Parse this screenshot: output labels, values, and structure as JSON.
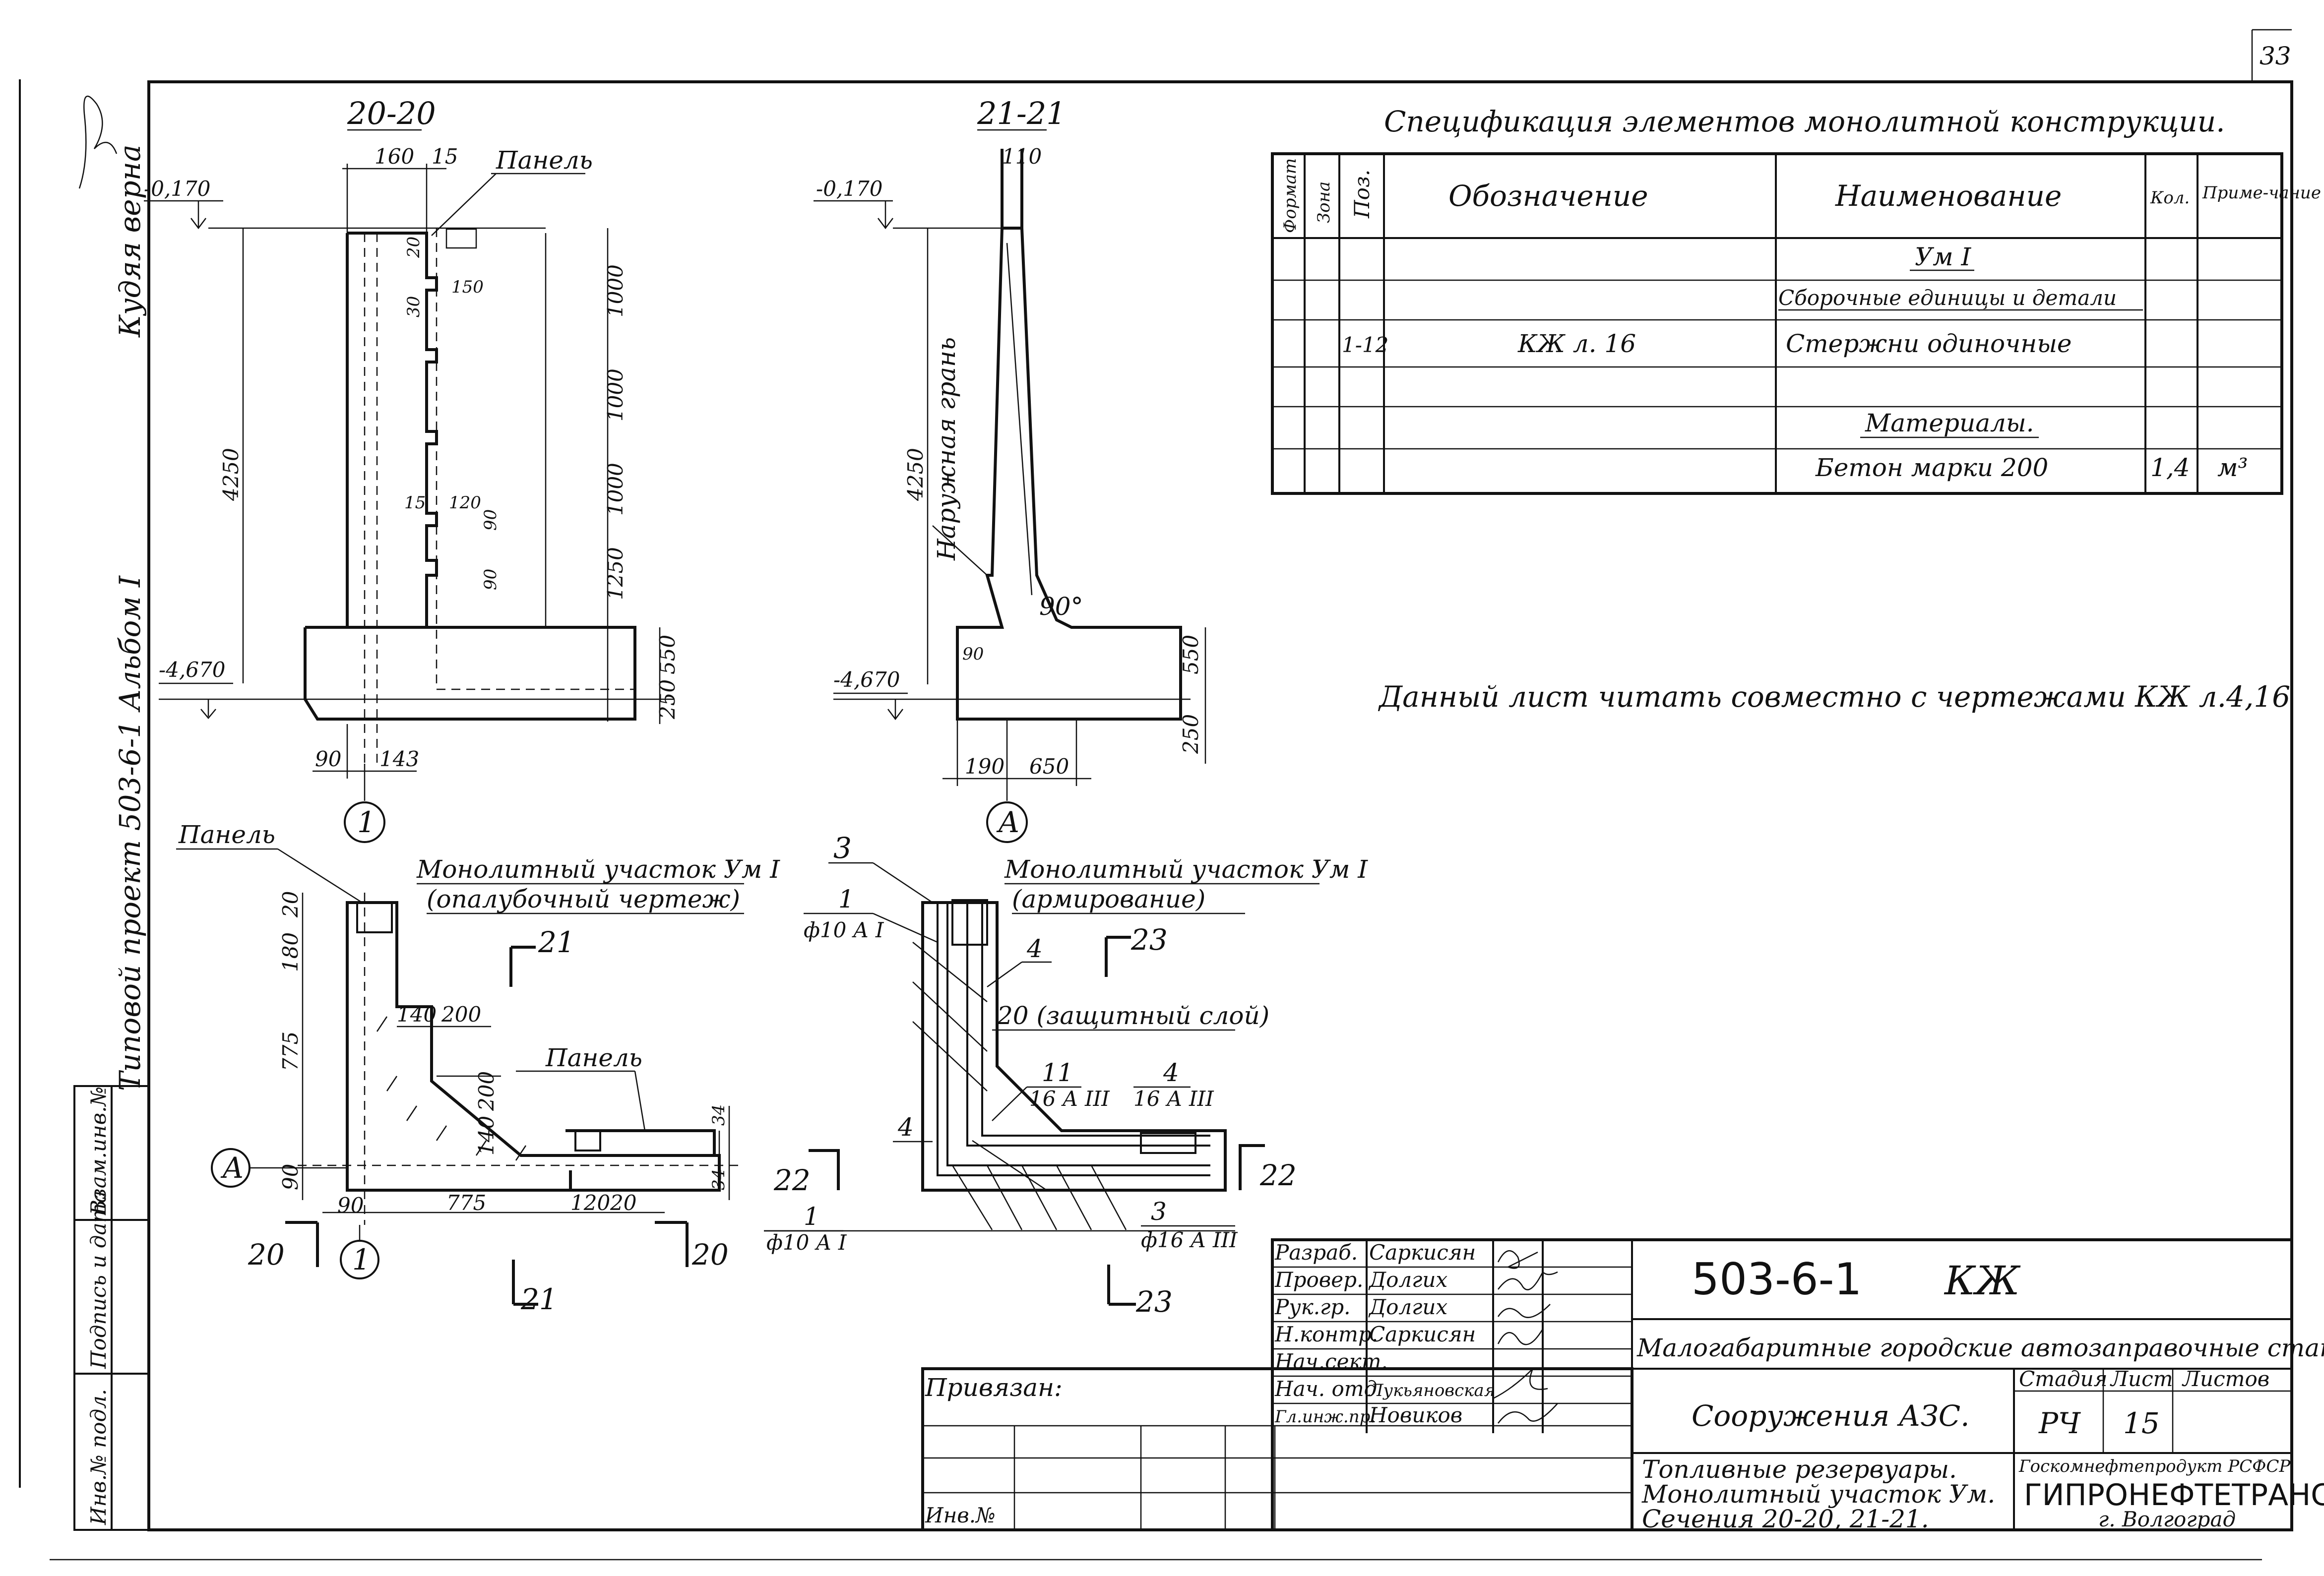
{
  "sheet_number": "33",
  "side": {
    "project": "Типовой проект 503-6-1 Альбом I",
    "copied": "Кудяя верна",
    "col_inv": "Инв.№ подл.",
    "col_sign": "Подпись и дата",
    "col_vzam": "Взам.инв.№"
  },
  "section_2020": {
    "title": "20-20",
    "panel": "Панель",
    "elev_top": "-0,170",
    "elev_bottom": "-4,670",
    "dims": {
      "d160": "160",
      "d15": "15",
      "d1000a": "1000",
      "d1000b": "1000",
      "d1000c": "1000",
      "d1250": "1250",
      "d4250": "4250",
      "d550": "550",
      "d250": "250",
      "d90": "90",
      "d143": "143",
      "d120": "120",
      "d90b": "90",
      "d90c": "90",
      "d15b": "15",
      "d150": "150",
      "d30": "30",
      "d20": "20"
    },
    "axis": "1"
  },
  "section_2121": {
    "title": "21-21",
    "elev_top": "-0,170",
    "elev_bottom": "-4,670",
    "outer_face": "Наружная грань",
    "angle": "90°",
    "dims": {
      "d110": "110",
      "d4250": "4250",
      "d550": "550",
      "d250": "250",
      "d190": "190",
      "d650": "650",
      "d90": "90"
    },
    "axis": "А"
  },
  "plan_form": {
    "title1": "Монолитный участок Ум I",
    "title2": "(опалубочный чертеж)",
    "panel1": "Панель",
    "panel2": "Панель",
    "dims": {
      "d20": "20",
      "d180": "180",
      "d775": "775",
      "d90": "90",
      "d140": "140",
      "d200": "200",
      "d200b": "200",
      "d140b": "140",
      "d34a": "34",
      "d34b": "34",
      "d90b": "90",
      "d775b": "775",
      "d120": "120",
      "d20b": "20"
    },
    "axisA": "А",
    "axis1": "1",
    "cut20l": "20",
    "cut20r": "20",
    "cut21t": "21",
    "cut21b": "21"
  },
  "plan_reinf": {
    "title1": "Монолитный участок Ум I",
    "title2": "(армирование)",
    "p3": "3",
    "p1a": "1",
    "p1a_spec": "ф10 А I",
    "p4a": "4",
    "protect": "20 (защитный слой)",
    "p11": "11",
    "p11_spec": "16 А III",
    "p4b": "4",
    "p4b_spec": "16 А III",
    "p4c": "4",
    "p1b": "1",
    "p1b_spec": "ф10 А I",
    "p3b": "3",
    "p3b_spec": "ф16 А III",
    "cut22l": "22",
    "cut22r": "22",
    "cut23t": "23",
    "cut23b": "23"
  },
  "spec": {
    "title": "Спецификация элементов монолитной конструкции.",
    "headers": [
      "Формат",
      "Зона",
      "Поз.",
      "Обозначение",
      "Наименование",
      "Кол.",
      "Приме-чание"
    ],
    "rows": [
      {
        "fmt": "",
        "zone": "",
        "pos": "",
        "designation": "",
        "name": "Ум I",
        "qty": "",
        "note": ""
      },
      {
        "fmt": "",
        "zone": "",
        "pos": "",
        "designation": "",
        "name": "Сборочные единицы и детали",
        "qty": "",
        "note": ""
      },
      {
        "fmt": "",
        "zone": "",
        "pos": "1-12",
        "designation": "КЖ л. 16",
        "name": "Стержни одиночные",
        "qty": "",
        "note": ""
      },
      {
        "fmt": "",
        "zone": "",
        "pos": "",
        "designation": "",
        "name": "",
        "qty": "",
        "note": ""
      },
      {
        "fmt": "",
        "zone": "",
        "pos": "",
        "designation": "",
        "name": "Материалы.",
        "qty": "",
        "note": ""
      },
      {
        "fmt": "",
        "zone": "",
        "pos": "",
        "designation": "",
        "name": "Бетон марки 200",
        "qty": "1,4",
        "note": "м³"
      }
    ]
  },
  "note": "Данный лист читать совместно с чертежами КЖ л.4,16",
  "title_block": {
    "code": "503-6-1",
    "mark": "КЖ",
    "object": "Малогабаритные городские автозаправочные станции",
    "building": "Сооружения АЗС.",
    "sheet_desc1": "Топливные резервуары.",
    "sheet_desc2": "Монолитный участок Ум.",
    "sheet_desc3": "Сечения 20-20, 21-21.",
    "stage_h": "Стадия",
    "sheet_h": "Лист",
    "sheets_h": "Листов",
    "stage": "РЧ",
    "sheet": "15",
    "sheets": "",
    "org1": "Гоcкомнефтепродукт РСФСР",
    "org2": "ГИПРОНЕФТЕТРАНС",
    "org3": "г. Волгоград",
    "bound": "Привязан:",
    "inv": "Инв.№",
    "roles": [
      {
        "role": "Разраб.",
        "name": "Саркисян"
      },
      {
        "role": "Провер.",
        "name": "Долгих"
      },
      {
        "role": "Рук.гр.",
        "name": "Долгих"
      },
      {
        "role": "Н.контр.",
        "name": "Саркисян"
      },
      {
        "role": "Нач.сект.",
        "name": ""
      },
      {
        "role": "Нач. отд",
        "name": "Лукьяновская"
      },
      {
        "role": "Гл.инж.пр.",
        "name": "Новиков"
      }
    ]
  }
}
